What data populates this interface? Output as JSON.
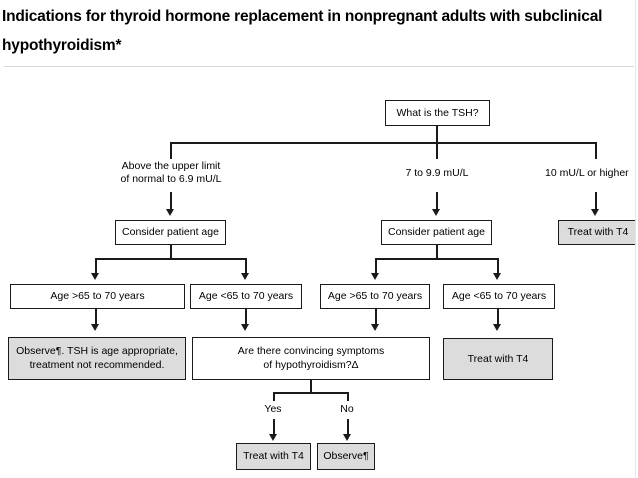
{
  "header": {
    "title": "Indications for thyroid hormone replacement in nonpregnant adults with subclinical hypothyroidism*"
  },
  "chart_data": {
    "type": "diagram",
    "title": "Indications for thyroid hormone replacement in nonpregnant adults with subclinical hypothyroidism*",
    "root": "What is the TSH?",
    "branch_labels": [
      "Above the upper limit\nof normal to 6.9 mU/L",
      "7 to 9.9 mU/L",
      "10 mU/L or higher"
    ],
    "nodes": {
      "root": "What is the TSH?",
      "consider_age_left": "Consider patient age",
      "consider_age_mid": "Consider patient age",
      "treat_t4_right": "Treat with T4",
      "age_over_left": "Age >65 to 70 years",
      "age_under_left": "Age <65 to 70 years",
      "age_over_mid": "Age >65 to 70 years",
      "age_under_mid": "Age <65 to 70 years",
      "observe_age_appropriate": "Observe¶. TSH is age appropriate,\ntreatment not recommended.",
      "symptoms_question": "Are there convincing symptoms\nof hypothyroidism?Δ",
      "treat_t4_mid": "Treat with T4",
      "treat_t4_yes": "Treat with T4",
      "observe_no": "Observe¶"
    },
    "decision_labels": {
      "yes": "Yes",
      "no": "No"
    },
    "footnote_markers": [
      "*",
      "¶",
      "Δ"
    ],
    "colors": {
      "shaded_fill": "#dcdcdc",
      "plain_fill": "#ffffff",
      "stroke": "#1a1a1a",
      "rule": "#d6d9dc"
    }
  }
}
